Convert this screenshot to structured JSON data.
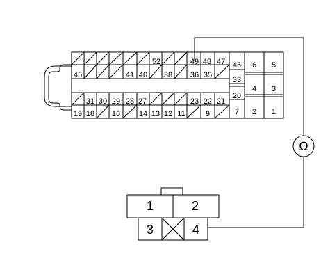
{
  "connector_a": {
    "pins": [
      "1",
      "2",
      "3",
      "4",
      "5",
      "6",
      "7",
      "9",
      "11",
      "12",
      "13",
      "14",
      "16",
      "18",
      "19",
      "20",
      "21",
      "22",
      "23",
      "27",
      "28",
      "29",
      "30",
      "31",
      "33",
      "35",
      "36",
      "38",
      "40",
      "41",
      "45",
      "46",
      "47",
      "48",
      "49",
      "52"
    ]
  },
  "meter": {
    "symbol": "Ω"
  },
  "connector_b": {
    "pins": [
      "1",
      "2",
      "3",
      "4"
    ]
  }
}
